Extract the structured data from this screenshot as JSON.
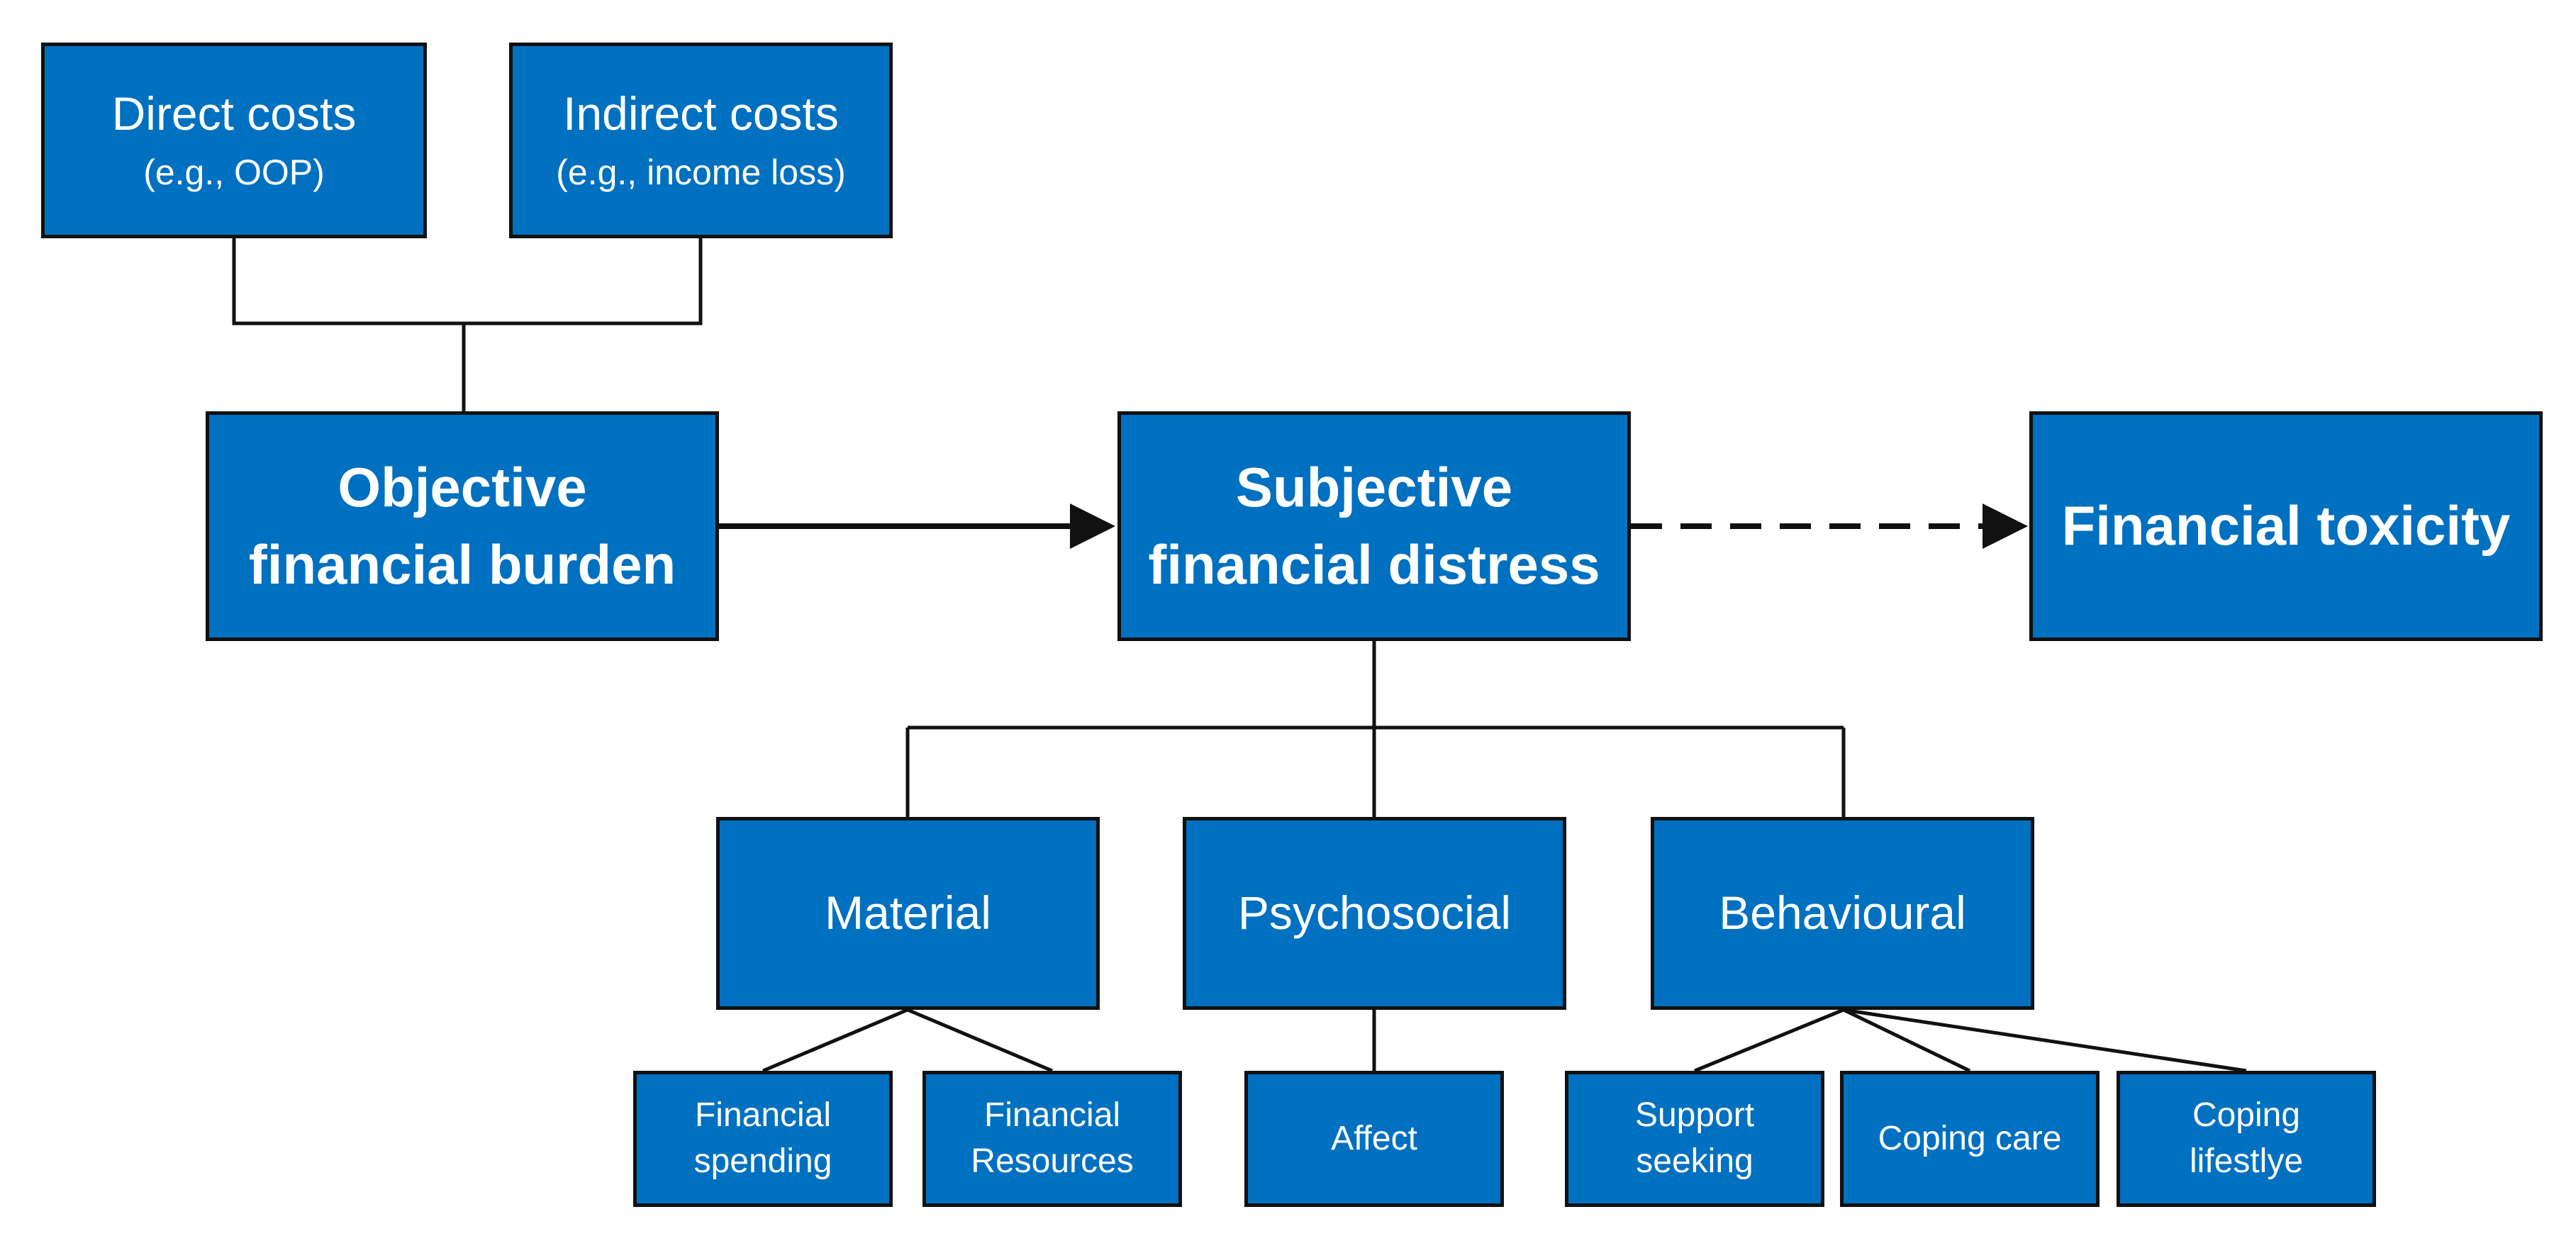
{
  "diagram": {
    "nodes": {
      "direct_costs": {
        "title": "Direct costs",
        "subtitle": "(e.g., OOP)"
      },
      "indirect_costs": {
        "title": "Indirect costs",
        "subtitle": "(e.g., income loss)"
      },
      "objective_burden": {
        "line1": "Objective",
        "line2": "financial burden"
      },
      "subjective_distress": {
        "line1": "Subjective",
        "line2": "financial distress"
      },
      "financial_toxicity": {
        "label": "Financial toxicity"
      },
      "material": {
        "label": "Material"
      },
      "psychosocial": {
        "label": "Psychosocial"
      },
      "behavioural": {
        "label": "Behavioural"
      },
      "financial_spending": {
        "line1": "Financial",
        "line2": "spending"
      },
      "financial_resources": {
        "line1": "Financial",
        "line2": "Resources"
      },
      "affect": {
        "label": "Affect"
      },
      "support_seeking": {
        "line1": "Support",
        "line2": "seeking"
      },
      "coping_care": {
        "label": "Coping care"
      },
      "coping_lifestyle": {
        "line1": "Coping",
        "line2": "lifestlye"
      }
    },
    "colors": {
      "box_fill": "#0070C0",
      "box_border": "#111111",
      "text": "#ffffff",
      "connector": "#111111"
    }
  }
}
